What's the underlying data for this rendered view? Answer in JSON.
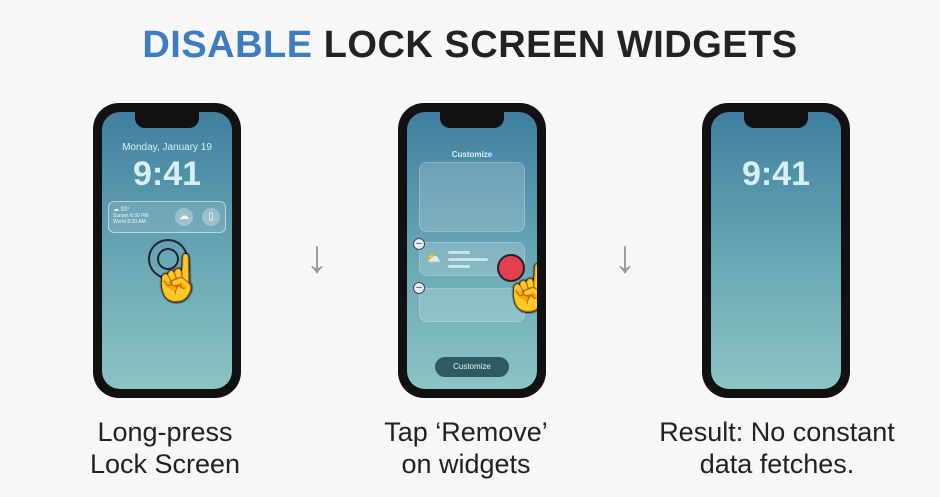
{
  "title": {
    "highlight": "DISABLE",
    "rest": "LOCK SCREEN WIDGETS"
  },
  "colors": {
    "highlight": "#3b7cc2",
    "remove": "#e04050"
  },
  "steps": [
    {
      "date": "Monday, January 19",
      "time": "9:41",
      "weather_temp": "93°",
      "weather_line1": "Sunset 6:30 PM",
      "weather_line2": "World 8:30 AM",
      "caption_line1": "Long-press",
      "caption_line2": "Lock Screen"
    },
    {
      "header": "Customize",
      "button": "Customize",
      "caption_line1": "Tap ‘Remove’",
      "caption_line2": "on widgets"
    },
    {
      "time": "9:41",
      "caption_line1": "Result: No constant",
      "caption_line2": "data fetches."
    }
  ]
}
